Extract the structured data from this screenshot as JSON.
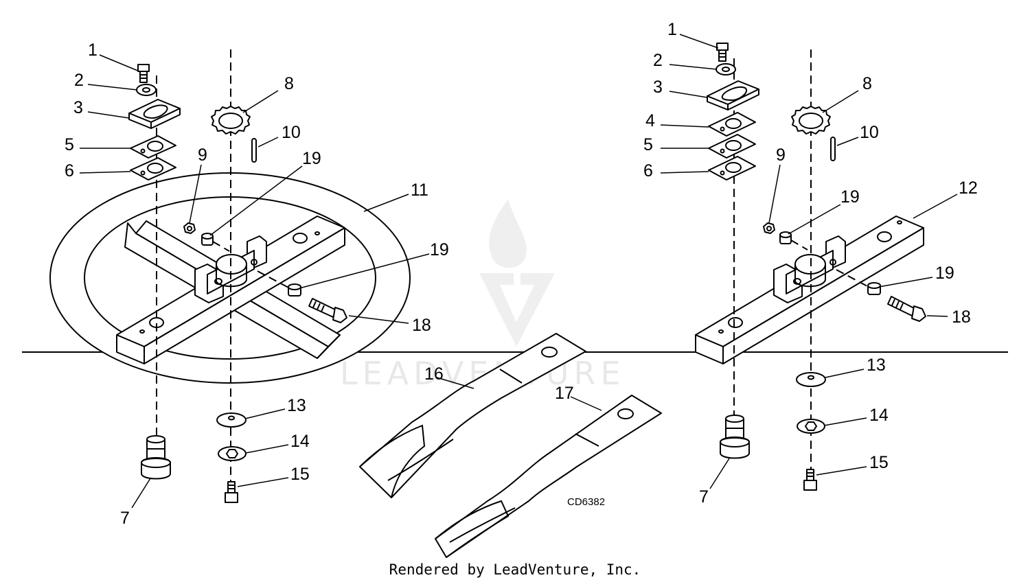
{
  "diagram": {
    "figure_id": "CD6382",
    "footer": "Rendered by LeadVenture, Inc.",
    "watermark": "LEADVENTURE",
    "left_assembly_callouts": [
      "1",
      "2",
      "3",
      "5",
      "6",
      "8",
      "10",
      "9",
      "19",
      "11",
      "19",
      "18",
      "13",
      "14",
      "15",
      "7"
    ],
    "right_assembly_callouts": [
      "1",
      "2",
      "3",
      "4",
      "5",
      "6",
      "8",
      "10",
      "9",
      "19",
      "12",
      "19",
      "18",
      "13",
      "14",
      "15",
      "7"
    ],
    "blade_callouts": [
      "16",
      "17"
    ]
  }
}
